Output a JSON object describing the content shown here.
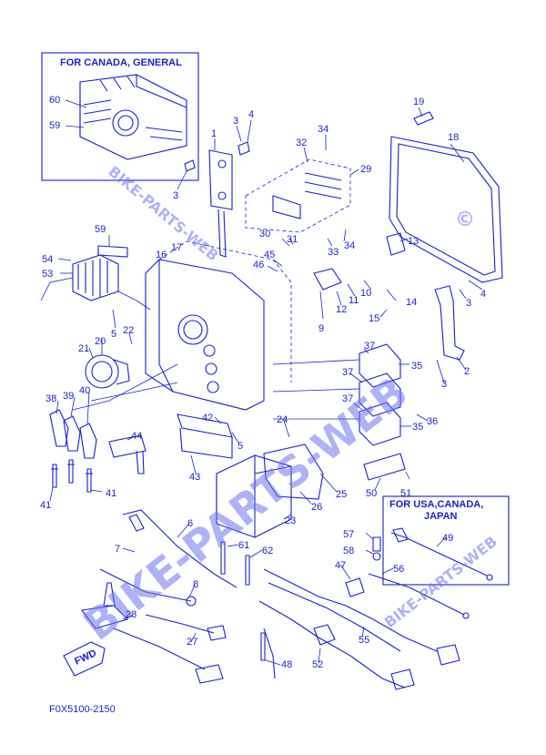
{
  "diagram_code": "F0X5100-2150",
  "inset_boxes": {
    "canada_general": "FOR CANADA, GENERAL",
    "usa_canada_japan": [
      "FOR USA,CANADA,",
      "JAPAN"
    ]
  },
  "fwd_label": "FWD",
  "watermark": {
    "main": "BIKE-PARTS-WEB",
    "small": "BIKE-PARTS-WEB",
    "copyright": "©"
  },
  "callouts": [
    {
      "id": "c60",
      "label": "60"
    },
    {
      "id": "c59a",
      "label": "59"
    },
    {
      "id": "c1",
      "label": "1"
    },
    {
      "id": "c3a",
      "label": "3"
    },
    {
      "id": "c4a",
      "label": "4"
    },
    {
      "id": "c3b",
      "label": "3"
    },
    {
      "id": "c34a",
      "label": "34"
    },
    {
      "id": "c32",
      "label": "32"
    },
    {
      "id": "c29",
      "label": "29"
    },
    {
      "id": "c19",
      "label": "19"
    },
    {
      "id": "c18",
      "label": "18"
    },
    {
      "id": "c59b",
      "label": "59"
    },
    {
      "id": "c54",
      "label": "54"
    },
    {
      "id": "c53",
      "label": "53"
    },
    {
      "id": "c16",
      "label": "16"
    },
    {
      "id": "c17",
      "label": "17"
    },
    {
      "id": "c30",
      "label": "30"
    },
    {
      "id": "c31",
      "label": "31"
    },
    {
      "id": "c33",
      "label": "33"
    },
    {
      "id": "c34b",
      "label": "34"
    },
    {
      "id": "c13",
      "label": "13"
    },
    {
      "id": "c46",
      "label": "46"
    },
    {
      "id": "c45",
      "label": "45"
    },
    {
      "id": "c9",
      "label": "9"
    },
    {
      "id": "c12",
      "label": "12"
    },
    {
      "id": "c11",
      "label": "11"
    },
    {
      "id": "c10",
      "label": "10"
    },
    {
      "id": "c14",
      "label": "14"
    },
    {
      "id": "c15",
      "label": "15"
    },
    {
      "id": "c3c",
      "label": "3"
    },
    {
      "id": "c4b",
      "label": "4"
    },
    {
      "id": "c5a",
      "label": "5"
    },
    {
      "id": "c22",
      "label": "22"
    },
    {
      "id": "c21",
      "label": "21"
    },
    {
      "id": "c20",
      "label": "20"
    },
    {
      "id": "c37a",
      "label": "37"
    },
    {
      "id": "c35a",
      "label": "35"
    },
    {
      "id": "c37b",
      "label": "37"
    },
    {
      "id": "c3d",
      "label": "3"
    },
    {
      "id": "c2",
      "label": "2"
    },
    {
      "id": "c38",
      "label": "38"
    },
    {
      "id": "c39",
      "label": "39"
    },
    {
      "id": "c40",
      "label": "40"
    },
    {
      "id": "c37c",
      "label": "37"
    },
    {
      "id": "c35b",
      "label": "35"
    },
    {
      "id": "c36",
      "label": "36"
    },
    {
      "id": "c42",
      "label": "42"
    },
    {
      "id": "c5b",
      "label": "5"
    },
    {
      "id": "c24",
      "label": "24"
    },
    {
      "id": "c44",
      "label": "44"
    },
    {
      "id": "c43",
      "label": "43"
    },
    {
      "id": "c50",
      "label": "50"
    },
    {
      "id": "c51",
      "label": "51"
    },
    {
      "id": "c25",
      "label": "25"
    },
    {
      "id": "c26",
      "label": "26"
    },
    {
      "id": "c41a",
      "label": "41"
    },
    {
      "id": "c41b",
      "label": "41"
    },
    {
      "id": "c23",
      "label": "23"
    },
    {
      "id": "c6",
      "label": "6"
    },
    {
      "id": "c49",
      "label": "49"
    },
    {
      "id": "c57",
      "label": "57"
    },
    {
      "id": "c58",
      "label": "58"
    },
    {
      "id": "c7",
      "label": "7"
    },
    {
      "id": "c61",
      "label": "61"
    },
    {
      "id": "c62",
      "label": "62"
    },
    {
      "id": "c47",
      "label": "47"
    },
    {
      "id": "c56",
      "label": "56"
    },
    {
      "id": "c8",
      "label": "8"
    },
    {
      "id": "c28",
      "label": "28"
    },
    {
      "id": "c55",
      "label": "55"
    },
    {
      "id": "c27",
      "label": "27"
    },
    {
      "id": "c48",
      "label": "48"
    },
    {
      "id": "c52",
      "label": "52"
    }
  ]
}
